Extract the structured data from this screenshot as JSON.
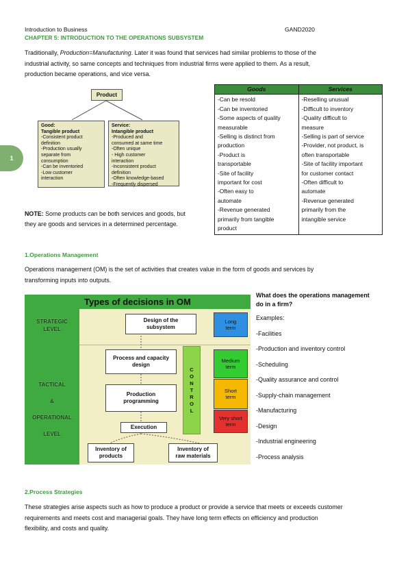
{
  "header": {
    "course": "Introduction to Business",
    "code": "GAND2020",
    "chapter": "CHAPTER 5: INTRODUCTION TO THE OPERATIONS SUBSYSTEM"
  },
  "page_number": "1",
  "intro": {
    "line1_pre": "Traditionally, ",
    "line1_italic": "Production=Manufacturing",
    "line1_post": ". Later it was found that services had similar problems to those of the",
    "line2": "industrial activity, so same concepts and techniques from industrial firms were applied to them. As a result,",
    "line3": "production became operations, and vice versa."
  },
  "product_diagram": {
    "top": "Product",
    "goods_title1": "Good:",
    "goods_title2": "Tangible product",
    "goods_items": [
      "-Consistent product",
      "definition",
      "-Production usually",
      "separate from",
      "consumption",
      "-Can be inventoried",
      "-Low customer",
      "interaction"
    ],
    "service_title1": "Service:",
    "service_title2": "Intangible product",
    "service_items": [
      "-Produced and",
      "consumed at same time",
      "-Often unique",
      "- High customer",
      "interaction",
      "-Inconsistent product",
      "definition",
      "-Often knowledge-based",
      "-Frequently dispersed"
    ]
  },
  "goods_services_table": {
    "headers": [
      "Goods",
      "Services"
    ],
    "goods": [
      "-Can be resold",
      "-Can be inventoried",
      "-Some aspects of quality",
      "measurable",
      "-Selling is distinct from",
      "production",
      "-Product is",
      "transportable",
      "-Site of facility",
      "important for cost",
      "-Often easy to",
      "automate",
      "-Revenue generated",
      "primarily from tangible",
      "product"
    ],
    "services": [
      "-Reselling unusual",
      "-Difficult to inventory",
      "-Quality difficult to",
      "measure",
      "-Selling is part of service",
      "-Provider, not product, is",
      "often transportable",
      "-Site of facility important",
      "for customer contact",
      "-Often difficult to",
      "automate",
      "-Revenue generated",
      "primarily from the",
      "intangible service"
    ]
  },
  "note": {
    "label": "NOTE:",
    "line1": " Some products can be both services and goods, but",
    "line2": "they are goods and services in a determined percentage."
  },
  "section1": {
    "heading": "1.Operations Management",
    "line1": "Operations management (OM) is the set of activities that creates value in the form of goods and services by",
    "line2": "transforming inputs into outputs."
  },
  "om_diagram": {
    "title": "Types of decisions in OM",
    "strategic_level": [
      "STRATEGIC",
      "LEVEL"
    ],
    "tactical_level": [
      "TACTICAL",
      "&",
      "OPERATIONAL",
      "LEVEL"
    ],
    "box_design": [
      "Design of the",
      "subsystem"
    ],
    "box_process": [
      "Process and capacity",
      "design"
    ],
    "box_production": [
      "Production",
      "programming"
    ],
    "box_execution": "Execution",
    "box_inv_products": [
      "Inventory of",
      "products"
    ],
    "box_inv_raw": [
      "Inventory of",
      "raw materials"
    ],
    "control_letters": [
      "C",
      "O",
      "N",
      "T",
      "R",
      "O",
      "L"
    ],
    "long_term": [
      "Long",
      "term"
    ],
    "medium_term": [
      "Medium",
      "term"
    ],
    "short_term": [
      "Short",
      "term"
    ],
    "very_short_term": [
      "Very short",
      "term"
    ],
    "colors": {
      "green": "#3faa3f",
      "blue": "#2f8fe0",
      "light_green": "#33cc33",
      "orange": "#f5b800",
      "red": "#e53030",
      "lime": "#8ed44a",
      "cream": "#f2efc6"
    }
  },
  "om_question": {
    "title1": "What does the operations management",
    "title2": "do in a firm?",
    "examples_label": "Examples:",
    "items": [
      "-Facilities",
      "-Production and inventory control",
      "-Scheduling",
      "-Quality assurance and control",
      "-Supply-chain management",
      "-Manufacturing",
      "-Design",
      "-Industrial engineering",
      "-Process analysis"
    ]
  },
  "section2": {
    "heading": "2.Process Strategies",
    "line1": "These strategies arise aspects such as how to produce a product or provide a service that meets or exceeds customer",
    "line2": "requirements and meets cost and managerial goals. They have long term effects on efficiency and production",
    "line3": "flexibility, and costs and quality."
  }
}
